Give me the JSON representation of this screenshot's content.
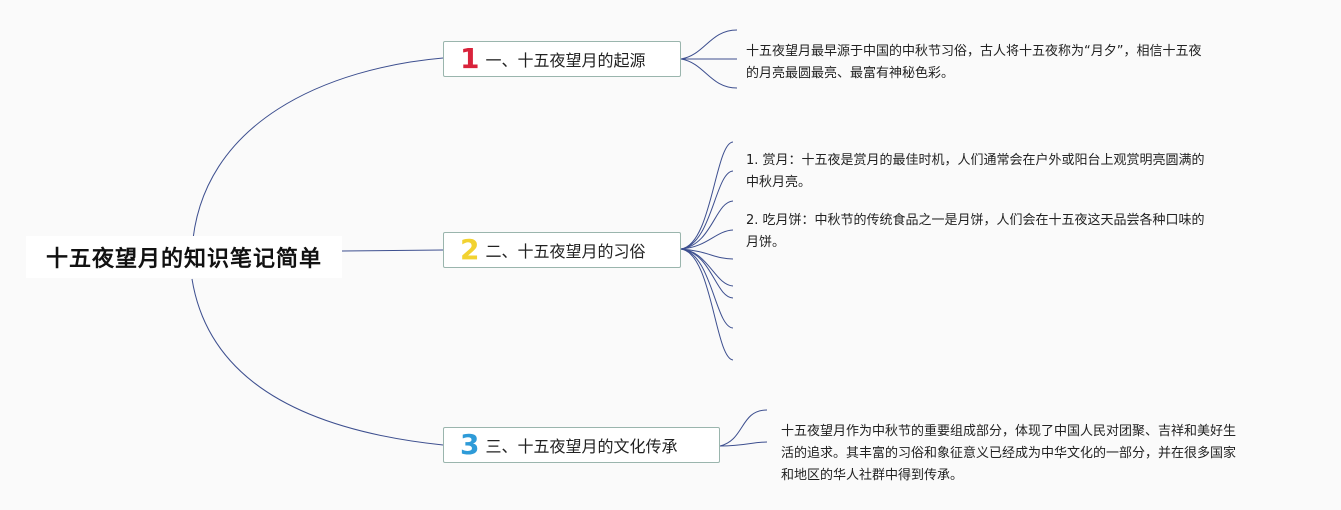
{
  "root": {
    "title": "十五夜望月的知识笔记简单"
  },
  "branches": [
    {
      "number": "1",
      "number_color": "#d9233b",
      "label": "一、十五夜望月的起源",
      "notes": [
        "十五夜望月最早源于中国的中秋节习俗，古人将十五夜称为“月夕”，相信十五夜\n的月亮最圆最亮、最富有神秘色彩。"
      ]
    },
    {
      "number": "2",
      "number_color": "#f2d230",
      "label": "二、十五夜望月的习俗",
      "notes": [
        "1. 赏月：十五夜是赏月的最佳时机，人们通常会在户外或阳台上观赏明亮圆满的\n中秋月亮。",
        "2. 吃月饼：中秋节的传统食品之一是月饼，人们会在十五夜这天品尝各种口味的\n月饼。"
      ]
    },
    {
      "number": "3",
      "number_color": "#2e9bd8",
      "label": "三、十五夜望月的文化传承",
      "notes": [
        "十五夜望月作为中秋节的重要组成部分，体现了中国人民对团聚、吉祥和美好生\n活的追求。其丰富的习俗和象征意义已经成为中华文化的一部分，并在很多国家\n和地区的华人社群中得到传承。"
      ]
    }
  ],
  "colors": {
    "connector": "#3d4f8f",
    "branch_border": "#9ab5ad"
  }
}
